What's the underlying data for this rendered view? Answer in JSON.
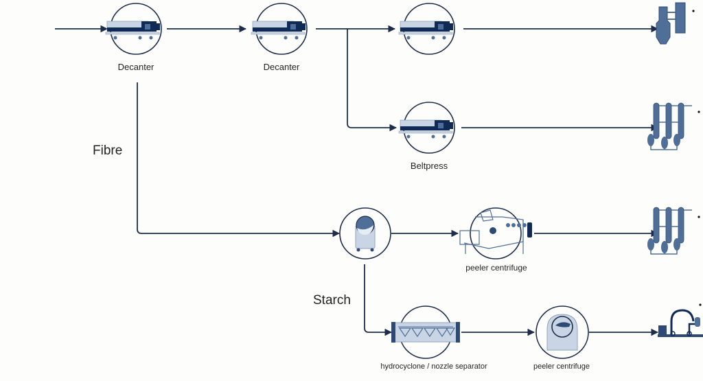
{
  "title": "Starch process flow diagram",
  "colors": {
    "line": "#1d2c4a",
    "equipment_dark": "#0e2a55",
    "equipment_light": "#c9d4e4",
    "equipment_mid": "#4f6f98"
  },
  "stream_labels": {
    "fibre": "Fibre",
    "starch": "Starch"
  },
  "equipment": {
    "decanter_1": {
      "label": "Decanter",
      "icon": "decanter-icon"
    },
    "decanter_2": {
      "label": "Decanter",
      "icon": "decanter-icon"
    },
    "decanter_3": {
      "label": "",
      "icon": "decanter-icon"
    },
    "beltpress": {
      "label": "Beltpress",
      "icon": "beltpress-icon"
    },
    "sieve": {
      "label": "",
      "icon": "centrifugal-sieve-icon"
    },
    "peeler_1": {
      "label": "peeler centrifuge",
      "icon": "peeler-centrifuge-icon"
    },
    "hydrocyclone": {
      "label": "hydrocyclone / nozzle separator",
      "icon": "hydrocyclone-icon"
    },
    "peeler_2": {
      "label": "peeler centrifuge",
      "icon": "peeler-centrifuge-icon"
    }
  },
  "outputs": [
    {
      "icon": "dryer-silo-icon"
    },
    {
      "icon": "evaporator-icon"
    },
    {
      "icon": "evaporator-icon"
    },
    {
      "icon": "packing-station-icon"
    }
  ]
}
